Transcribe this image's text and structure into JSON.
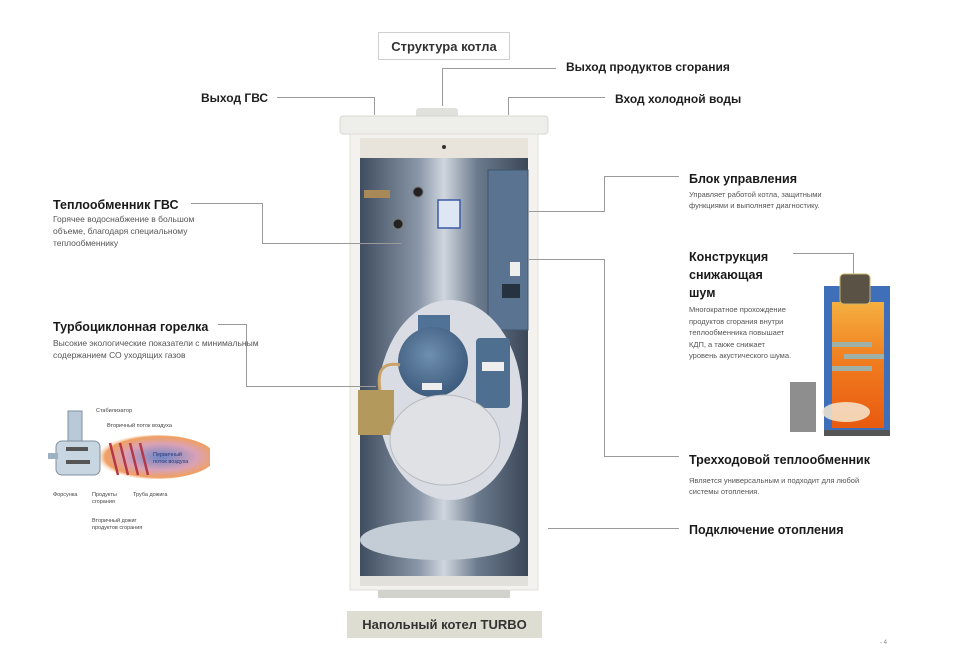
{
  "title": "Структура котла",
  "bottom_caption": "Напольный котел TURBO",
  "top_labels": {
    "dhw_out": "Выход ГВС",
    "flue_out": "Выход продуктов сгорания",
    "cold_in": "Вход холодной воды"
  },
  "left_callouts": [
    {
      "heading": "Теплообменник ГВС",
      "text": "Горячее водоснабжение в большом объеме, благодаря специальному теплообменнику"
    },
    {
      "heading": "Турбоциклонная горелка",
      "text": "Высокие экологические показатели с минимальным содержанием СО уходящих газов"
    }
  ],
  "right_callouts": [
    {
      "heading": "Блок управления",
      "text": "Управляет работой котла, защитными функциями и выполняет диагностику."
    },
    {
      "heading": "Конструкция снижающая шум",
      "text": "Многократное прохождение продуктов сгорания внутри теплообменника повышает КДП, а также снижает уровень акустического шума."
    },
    {
      "heading": "Трехходовой теплообменник",
      "text": "Является универсальным и подходит для любой системы отопления."
    },
    {
      "heading": "Подключение отопления",
      "text": ""
    }
  ],
  "burner_diagram": {
    "labels": {
      "stabilizer": "Стабилизатор",
      "secondary_air": "Вторичный поток воздуха",
      "primary_air": "Первичный поток воздуха",
      "nozzle": "Форсунка",
      "combustion_products": "Продукты сгорания",
      "afterburn_tube": "Труба дожига",
      "secondary_afterburn": "Вторичный дожиг продуктов сгорания"
    }
  },
  "page_number": "- 4",
  "colors": {
    "caption_bg": "#deddd2",
    "leader_line": "#9a9a9a",
    "cabinet": "#f2f1ec",
    "interior": "#4a5a6e",
    "flame": "#f07a1e",
    "burner_blue": "#4f7296"
  }
}
